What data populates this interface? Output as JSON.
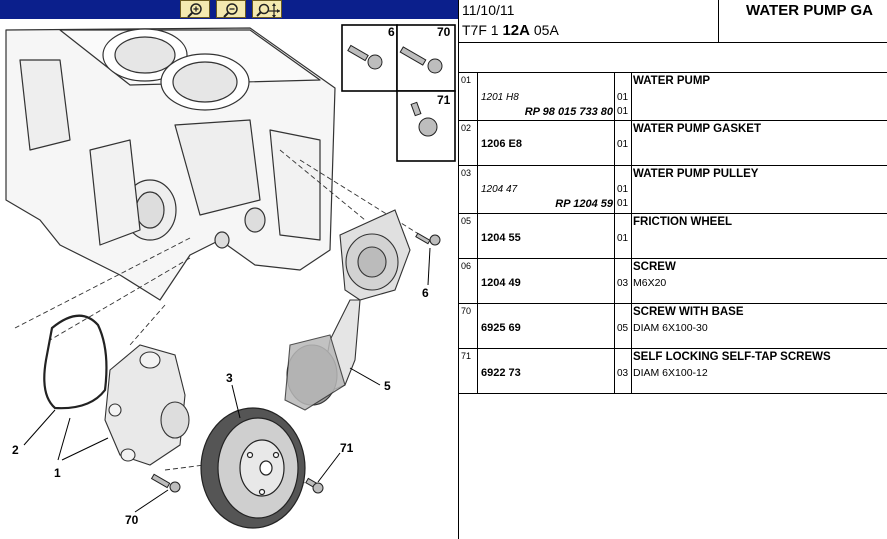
{
  "toolbar": {
    "buttons": [
      {
        "name": "zoom-in-button",
        "icon": "zoom-in-icon"
      },
      {
        "name": "zoom-out-button",
        "icon": "zoom-out-icon"
      },
      {
        "name": "zoom-pan-button",
        "icon": "zoom-pan-icon"
      }
    ]
  },
  "header": {
    "date": "11/10/11",
    "code_prefix": "T7F 1 ",
    "code_bold": "12A",
    "code_suffix": " 05A",
    "title": "WATER PUMP GA"
  },
  "diagram": {
    "callouts": [
      "6",
      "70",
      "71",
      "6",
      "3",
      "5",
      "2",
      "1",
      "70",
      "71"
    ]
  },
  "parts": [
    {
      "index": "01",
      "ref_italic": "1201 H8",
      "qty1": "01",
      "rp": "RP 98 015 733 80",
      "qty2": "01",
      "name": "WATER PUMP",
      "desc": ""
    },
    {
      "index": "02",
      "ref": "1206 E8",
      "qty": "01",
      "name": "WATER PUMP GASKET",
      "desc": ""
    },
    {
      "index": "03",
      "ref_italic": "1204 47",
      "qty1": "01",
      "rp": "RP 1204 59",
      "qty2": "01",
      "name": "WATER PUMP PULLEY",
      "desc": ""
    },
    {
      "index": "05",
      "ref": "1204 55",
      "qty": "01",
      "name": "FRICTION WHEEL",
      "desc": ""
    },
    {
      "index": "06",
      "ref": "1204 49",
      "qty": "03",
      "name": "SCREW",
      "desc": "M6X20"
    },
    {
      "index": "70",
      "ref": "6925 69",
      "qty": "05",
      "name": "SCREW WITH BASE",
      "desc": "DIAM 6X100-30"
    },
    {
      "index": "71",
      "ref": "6922 73",
      "qty": "03",
      "name": "SELF LOCKING SELF-TAP SCREWS",
      "desc": "DIAM 6X100-12"
    }
  ],
  "colors": {
    "toolbar_bg": "#0b1f8c",
    "button_bg": "#f4e9b0"
  }
}
